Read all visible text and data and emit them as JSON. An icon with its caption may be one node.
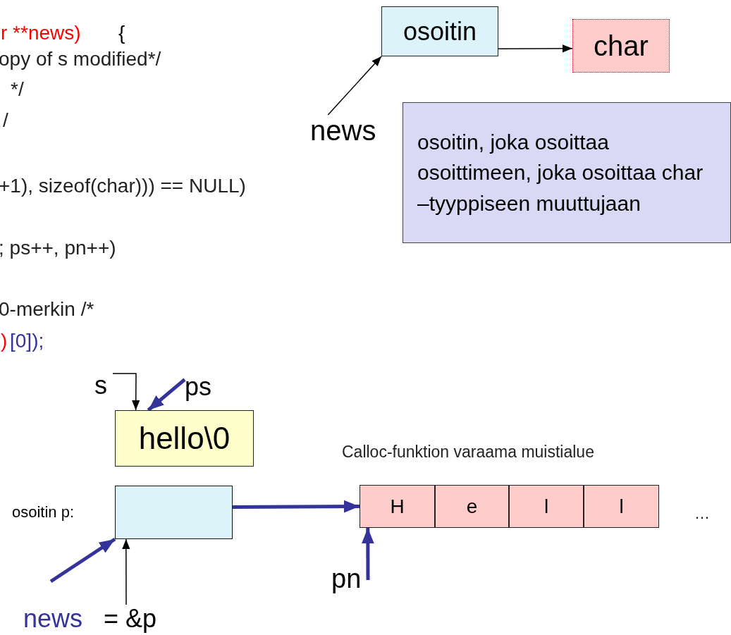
{
  "diagram": {
    "nodes": [
      {
        "text": [
          "osoitin"
        ]
      },
      {
        "text": [
          "char"
        ]
      },
      {
        "text": [
          "news"
        ]
      },
      {
        "text": [
          "osoitin, joka osoittaa osoittimeen, joka osoittaa char –tyyppiseen muuttujaan"
        ]
      },
      {
        "text": [
          "s"
        ]
      },
      {
        "text": [
          "ps"
        ]
      },
      {
        "text": [
          "hello\\0"
        ]
      },
      {
        "text": [
          "osoitin p:"
        ]
      },
      {
        "text": [
          "H"
        ]
      },
      {
        "text": [
          "e"
        ]
      },
      {
        "text": [
          "l"
        ]
      },
      {
        "text": [
          "l"
        ]
      },
      {
        "text": [
          "pn"
        ]
      },
      {
        "text": [
          "news",
          "= &p"
        ]
      }
    ],
    "edges": [
      {
        "from": 0,
        "to": 1,
        "arrow": "to"
      },
      {
        "from": 2,
        "to": 0,
        "arrow": "to"
      },
      {
        "from": 4,
        "to": 6,
        "arrow": "to"
      },
      {
        "from": 5,
        "to": 6,
        "arrow": "to",
        "style": "thick",
        "color": "#333399"
      },
      {
        "from": 7,
        "to": 8,
        "arrow": "to",
        "style": "thick",
        "color": "#333399"
      },
      {
        "from": 12,
        "to": 8,
        "arrow": "to",
        "style": "thick",
        "color": "#333399"
      },
      {
        "from": null,
        "to": 7,
        "arrow": "to",
        "style": "thick",
        "color": "#333399"
      },
      {
        "from": 13,
        "to": 7,
        "arrow": "to"
      }
    ],
    "labels": [
      "r **news)",
      "{",
      "opy of s modified*/",
      "*/",
      "/",
      "+1), sizeof(char))) == NULL)",
      "; ps++, pn++)",
      "0-merkin /*",
      ")",
      "[0]);",
      "Calloc-funktion varaama muistialue",
      "…"
    ]
  }
}
